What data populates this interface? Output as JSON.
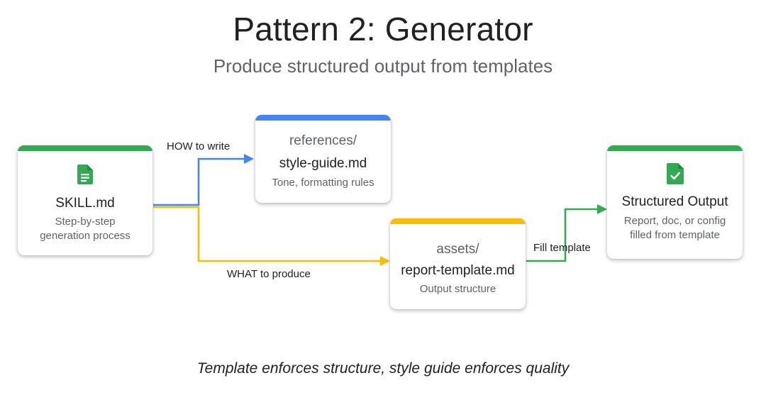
{
  "title": "Pattern 2: Generator",
  "subtitle": "Produce structured output from templates",
  "footer": "Template enforces structure, style guide enforces quality",
  "colors": {
    "green": "#34a853",
    "blue": "#4285f4",
    "yellow": "#fbbc04"
  },
  "cards": {
    "skill": {
      "icon": "document-icon",
      "name": "SKILL.md",
      "desc_line1": "Step-by-step",
      "desc_line2": "generation process"
    },
    "style_guide": {
      "folder": "references/",
      "name": "style-guide.md",
      "desc": "Tone, formatting rules"
    },
    "template": {
      "folder": "assets/",
      "name": "report-template.md",
      "desc": "Output structure"
    },
    "output": {
      "icon": "document-check-icon",
      "name": "Structured Output",
      "desc_line1": "Report, doc, or config",
      "desc_line2": "filled from template"
    }
  },
  "edges": {
    "how": "HOW to write",
    "what": "WHAT to produce",
    "fill": "Fill template"
  }
}
